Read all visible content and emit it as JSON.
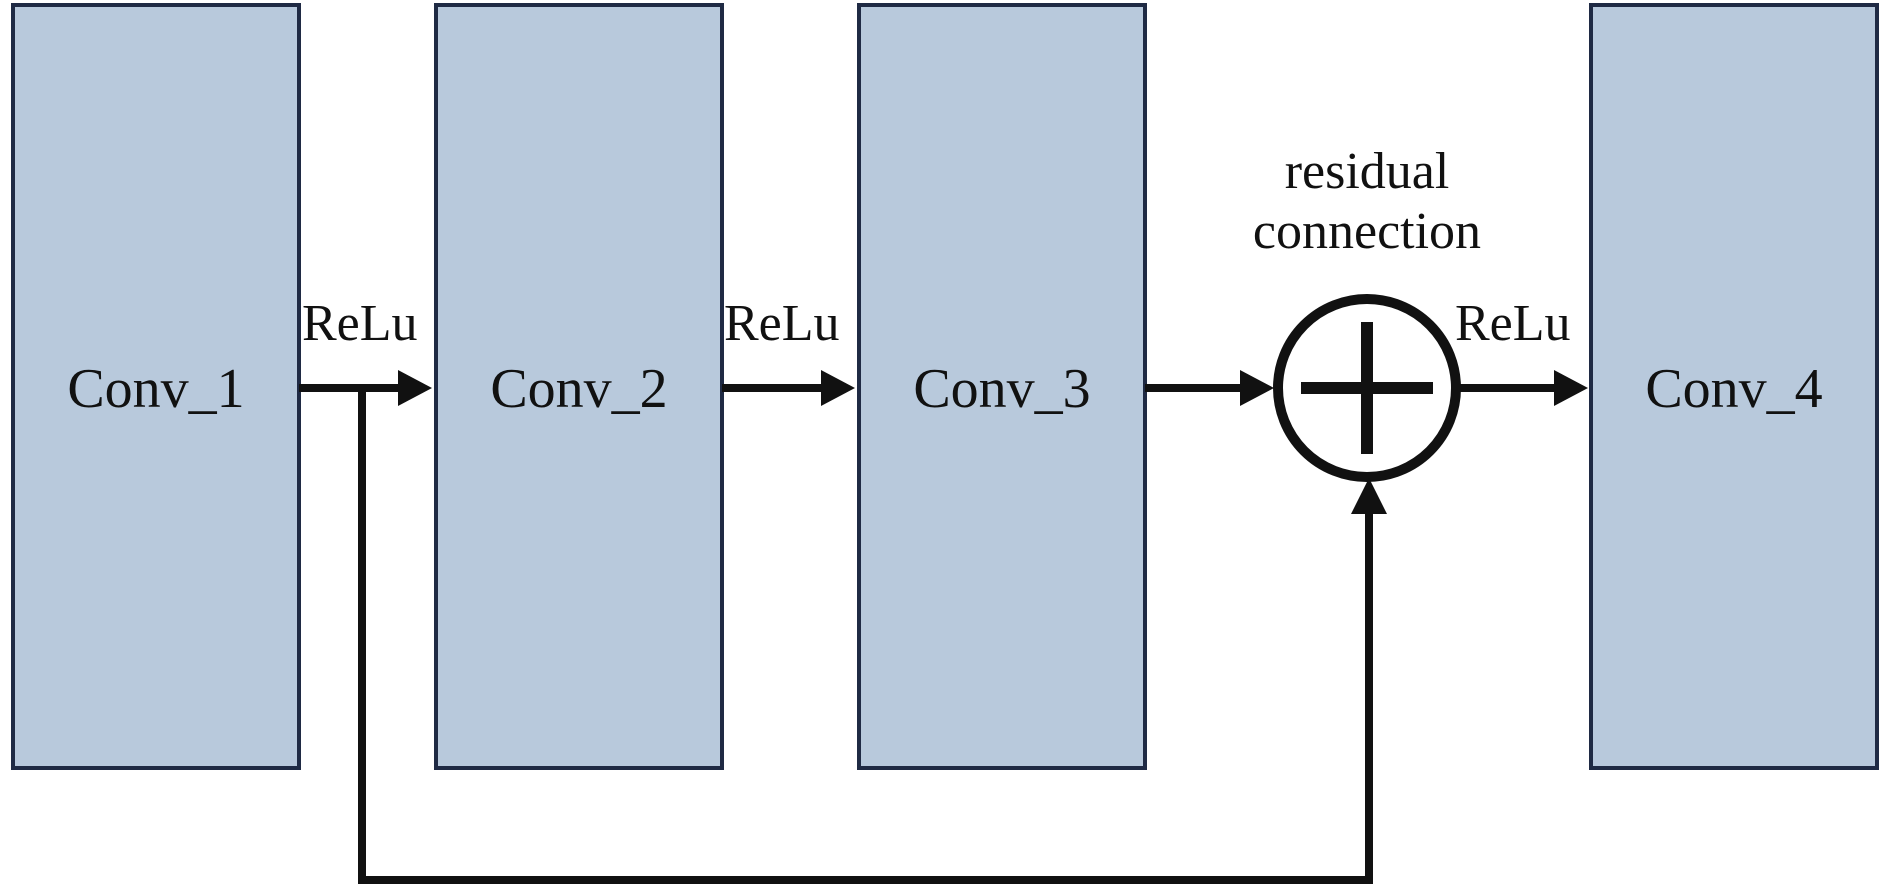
{
  "blocks": [
    {
      "label": "Conv_1"
    },
    {
      "label": "Conv_2"
    },
    {
      "label": "Conv_3"
    },
    {
      "label": "Conv_4"
    }
  ],
  "edge_labels": {
    "relu_1": "ReLu",
    "relu_2": "ReLu",
    "relu_3": "ReLu"
  },
  "sum_node": {
    "label_line1": "residual",
    "label_line2": "connection"
  },
  "colors": {
    "block_fill": "#b8c9dc",
    "block_stroke": "#1f2a44",
    "line": "#111111"
  }
}
